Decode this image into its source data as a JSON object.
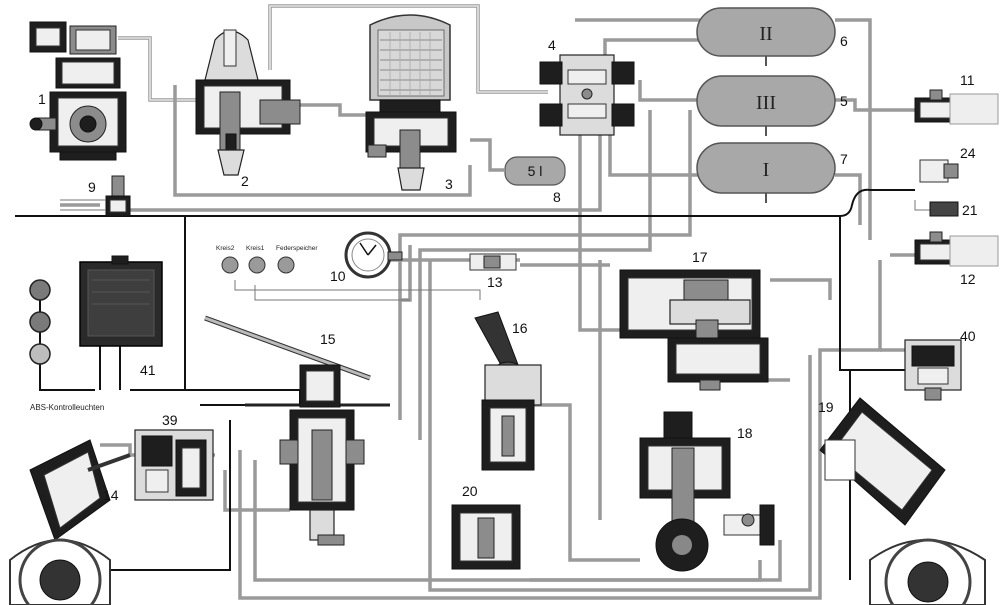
{
  "labels": {
    "n1": "1",
    "n2": "2",
    "n3": "3",
    "n4": "4",
    "n5": "5",
    "n6": "6",
    "n7": "7",
    "n8": "8",
    "n9": "9",
    "n10": "10",
    "n11": "11",
    "n12": "12",
    "n13": "13",
    "n14": "14",
    "n15": "15",
    "n16": "16",
    "n17": "17",
    "n18": "18",
    "n19": "19",
    "n20": "20",
    "n21": "21",
    "n24": "24",
    "n39": "39",
    "n40": "40",
    "n41": "41"
  },
  "tanks": {
    "tank6": "II",
    "tank5": "III",
    "tank7": "I",
    "tank8": "5 l"
  },
  "gauges": {
    "kreis2": "Kreis2",
    "kreis1": "Kreis1",
    "federspeicher": "Federspeicher"
  },
  "abs_caption": "ABS-Kontrolleuchten",
  "colors": {
    "pipe": "#9a9a9a",
    "tank": "#a8a8a8",
    "component": "#dcdcdc",
    "electric": "#111111",
    "lamp": "#7a7a7a"
  }
}
